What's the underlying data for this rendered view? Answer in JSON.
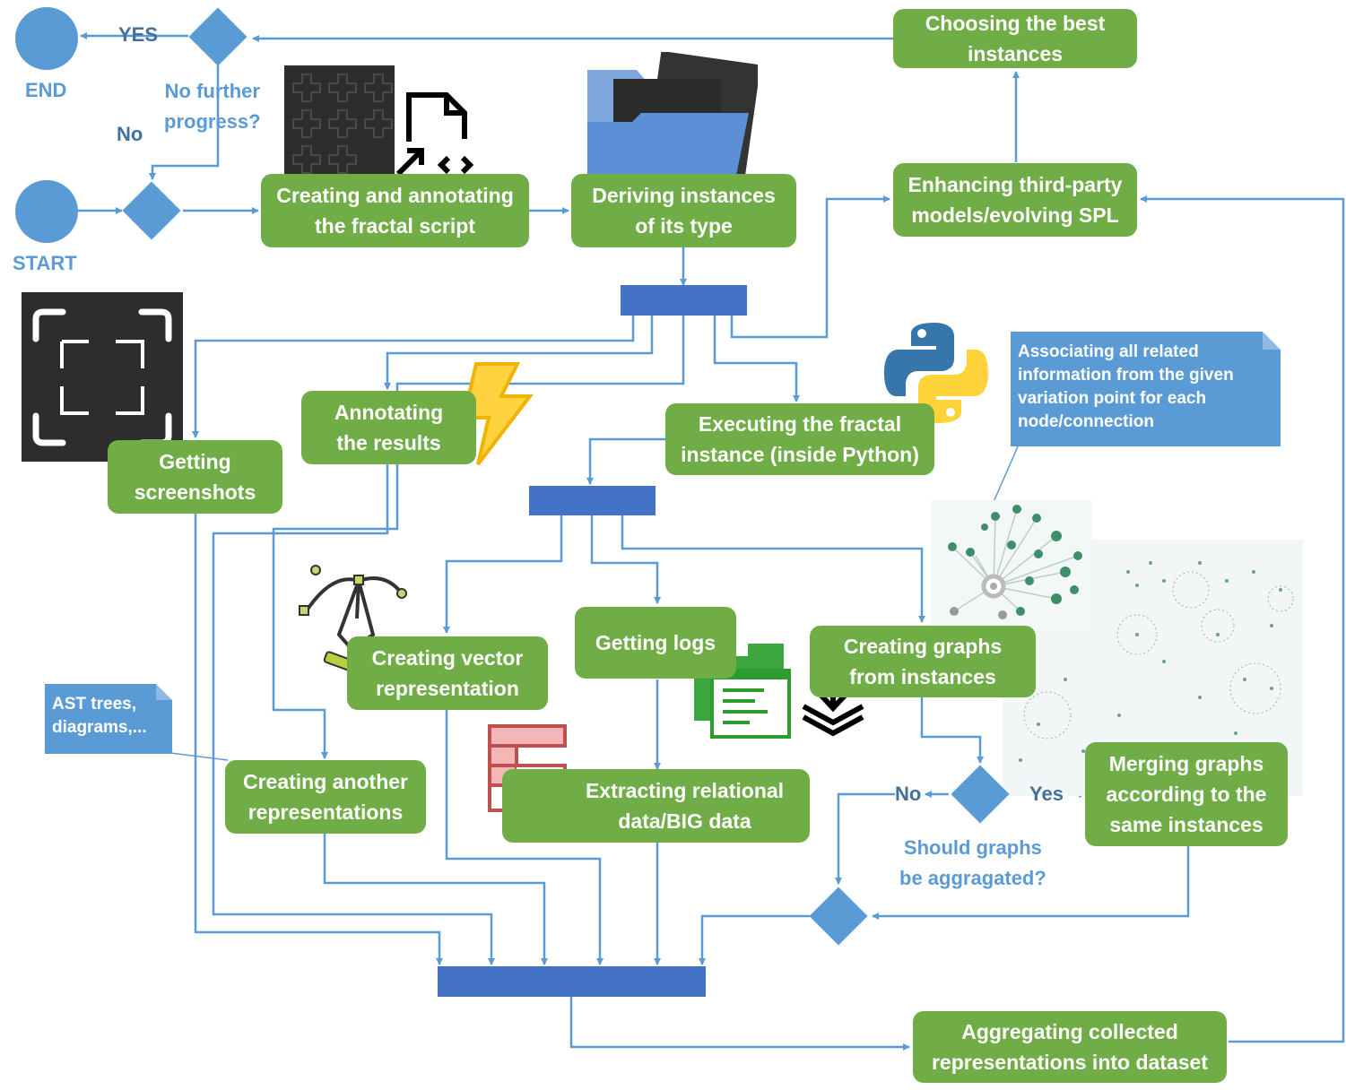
{
  "terminals": {
    "start": "START",
    "end": "END"
  },
  "decisions": {
    "progress": {
      "question": "No further\nprogress?",
      "yes": "YES",
      "no": "No"
    },
    "aggregate": {
      "question": "Should graphs\nbe aggragated?",
      "yes": "Yes",
      "no": "No"
    }
  },
  "steps": {
    "creating_script": "Creating and annotating\nthe fractal script",
    "deriving": "Deriving instances\nof its type",
    "choosing": "Choosing the best\ninstances",
    "enhancing": "Enhancing third-party\nmodels/evolving SPL",
    "annotating": "Annotating\nthe results",
    "executing": "Executing the fractal\ninstance (inside Python)",
    "screenshots": "Getting\nscreenshots",
    "vector": "Creating vector\nrepresentation",
    "logs": "Getting logs",
    "graphs": "Creating graphs\nfrom instances",
    "relational": "Extracting relational\ndata/BIG data",
    "another": "Creating another\nrepresentations",
    "merging": "Merging graphs\naccording to the\nsame instances",
    "aggregating": "Aggregating collected\nrepresentations into dataset"
  },
  "notes": {
    "associating": "Associating all related\ninformation from the given\nvariation point for each\nnode/connection",
    "ast": "AST trees,\ndiagrams,..."
  },
  "icons": [
    "fractal-texture-image",
    "code-file-icon",
    "folder-icon",
    "screenshot-frame-icon",
    "lightning-icon",
    "python-logo-icon",
    "pen-tool-icon",
    "log-folder-icon",
    "download-stack-icon",
    "table-icon",
    "network-graph-image"
  ],
  "colors": {
    "step": "#70ad47",
    "bar": "#4472c4",
    "shape": "#5b9bd5",
    "line": "#5b9bd5"
  }
}
